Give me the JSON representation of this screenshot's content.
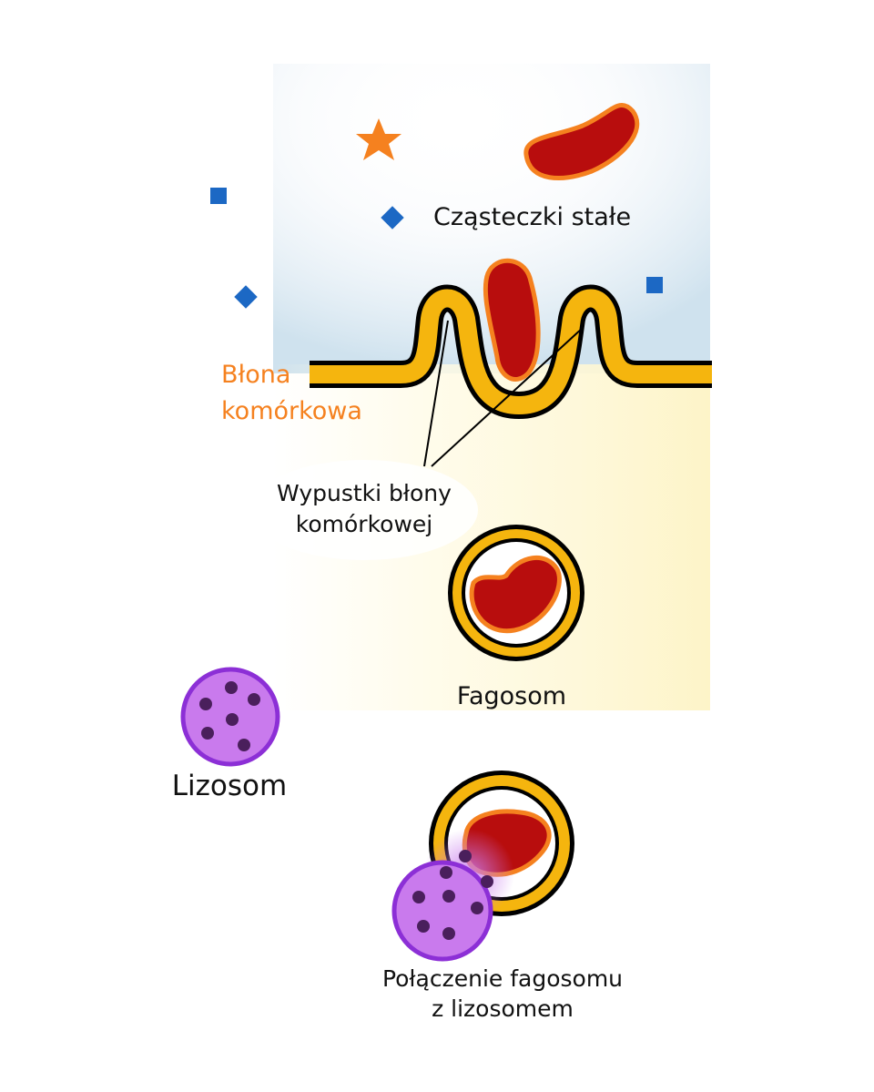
{
  "labels": {
    "particles": "Cząsteczki stałe",
    "membrane_line1": "Błona",
    "membrane_line2": "komórkowa",
    "projections_line1": "Wypustki błony",
    "projections_line2": "komórkowej",
    "phagosome": "Fagosom",
    "lysosome": "Lizosom",
    "fusion_line1": "Połączenie fagosomu",
    "fusion_line2": "z lizosomem"
  },
  "colors": {
    "membrane_fill": "#f5b50e",
    "membrane_outline": "#000000",
    "particle_fill": "#b80d0d",
    "particle_outline": "#f5811f",
    "lysosome_fill": "#c97aed",
    "lysosome_outline": "#8c2fd6",
    "lysosome_dots": "#4a1f5c",
    "small_particles": "#1c68c4",
    "star": "#f5811f",
    "membrane_label": "#f5811f",
    "text": "#111111"
  }
}
